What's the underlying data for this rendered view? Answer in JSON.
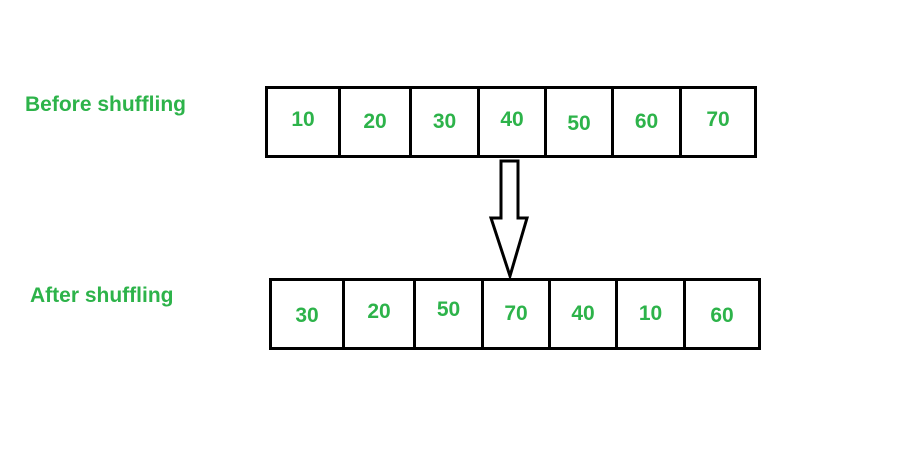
{
  "text_color": "#2db34a",
  "before": {
    "label": "Before shuffling",
    "values": [
      "10",
      "20",
      "30",
      "40",
      "50",
      "60",
      "70"
    ]
  },
  "after": {
    "label": "After shuffling",
    "values": [
      "30",
      "20",
      "50",
      "70",
      "40",
      "10",
      "60"
    ]
  }
}
